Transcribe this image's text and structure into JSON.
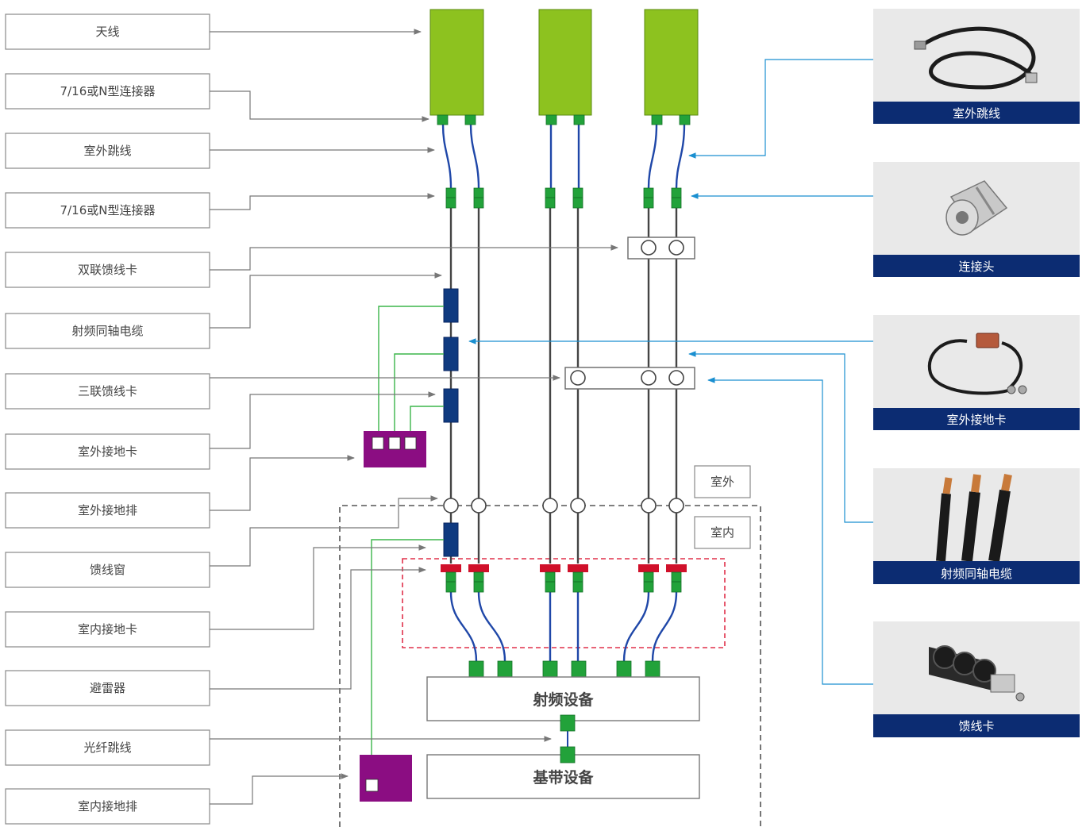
{
  "left_labels": [
    "天线",
    "7/16或N型连接器",
    "室外跳线",
    "7/16或N型连接器",
    "双联馈线卡",
    "射频同轴电缆",
    "三联馈线卡",
    "室外接地卡",
    "室外接地排",
    "馈线窗",
    "室内接地卡",
    "避雷器",
    "光纤跳线",
    "室内接地排"
  ],
  "zones": {
    "outdoor": "室外",
    "indoor": "室内"
  },
  "devices": {
    "rf": "射频设备",
    "baseband": "基带设备"
  },
  "products": [
    {
      "caption": "室外跳线",
      "icon": "jumper-cable-photo"
    },
    {
      "caption": "连接头",
      "icon": "connector-photo"
    },
    {
      "caption": "室外接地卡",
      "icon": "grounding-clamp-photo"
    },
    {
      "caption": "射频同轴电缆",
      "icon": "coaxial-cable-photo"
    },
    {
      "caption": "馈线卡",
      "icon": "feeder-clip-photo"
    }
  ],
  "colors": {
    "antenna": "#8dc21f",
    "connector": "#22a23a",
    "clamp": "#0f3a80",
    "arrester": "#d0102a",
    "ground_bar": "#8b0d82",
    "product_caption_bg": "#0c2c72",
    "blue_leader": "#1a8fd0",
    "green_wire": "#3bb54a",
    "jumper": "#1f47a8"
  }
}
